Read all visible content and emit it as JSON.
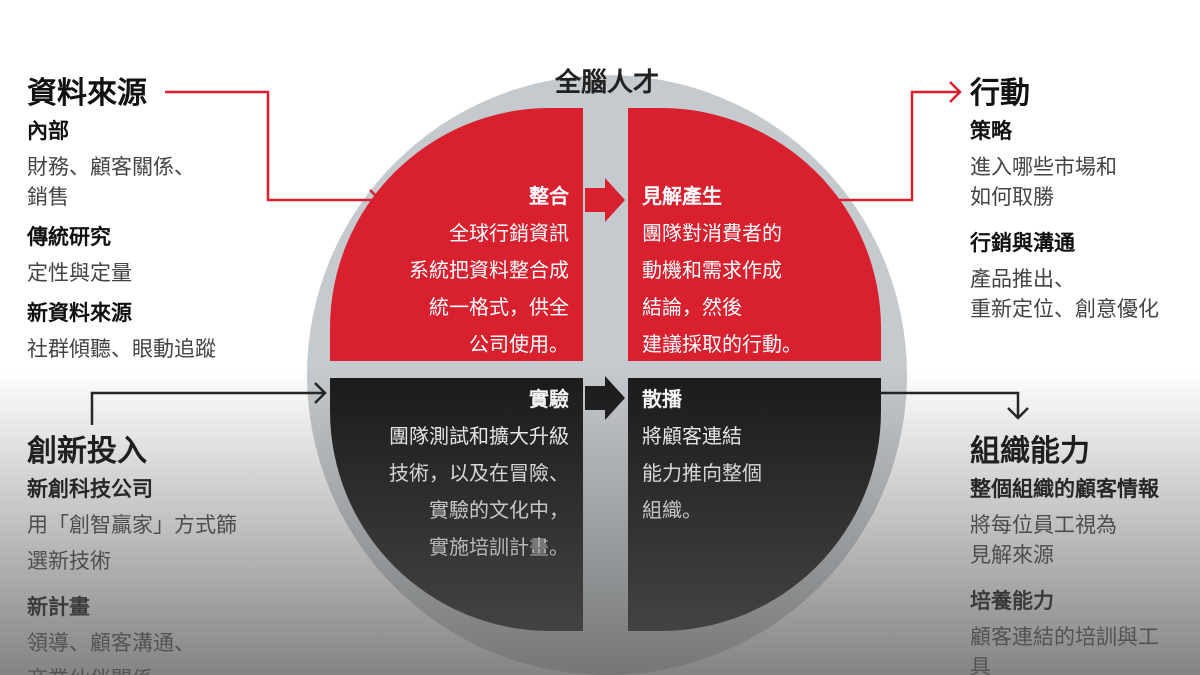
{
  "center_title": "全腦人才",
  "quadrants": {
    "tl": {
      "title": "整合",
      "lines": [
        "全球行銷資訊",
        "系統把資料整合成",
        "統一格式，供全",
        "公司使用。"
      ]
    },
    "tr": {
      "title": "見解產生",
      "lines": [
        "團隊對消費者的",
        "動機和需求作成",
        "結論，然後",
        "建議採取的行動。"
      ]
    },
    "bl": {
      "title": "實驗",
      "lines": [
        "團隊測試和擴大升級",
        "技術，以及在冒險、",
        "實驗的文化中，",
        "實施培訓計畫。"
      ]
    },
    "br": {
      "title": "散播",
      "lines": [
        "將顧客連結",
        "能力推向整個",
        "組織。"
      ]
    }
  },
  "left_top": {
    "title": "資料來源",
    "groups": [
      {
        "sub": "內部",
        "lines": [
          "財務、顧客關係、",
          "銷售"
        ]
      },
      {
        "sub": "傳統研究",
        "lines": [
          "定性與定量"
        ]
      },
      {
        "sub": "新資料來源",
        "lines": [
          "社群傾聽、眼動追蹤"
        ]
      }
    ]
  },
  "left_bottom": {
    "title": "創新投入",
    "groups": [
      {
        "sub": "新創科技公司",
        "lines": [
          "用「創智贏家」方式篩",
          "選新技術"
        ]
      },
      {
        "sub": "新計畫",
        "lines": [
          "領導、顧客溝通、",
          "商業伙伴關係、"
        ]
      }
    ]
  },
  "right_top": {
    "title": "行動",
    "groups": [
      {
        "sub": "策略",
        "lines": [
          "進入哪些市場和",
          "如何取勝"
        ]
      },
      {
        "sub": "行銷與溝通",
        "lines": [
          "產品推出、",
          "重新定位、創意優化"
        ]
      }
    ]
  },
  "right_bottom": {
    "title": "組織能力",
    "groups": [
      {
        "sub": "整個組織的顧客情報",
        "lines": [
          "將每位員工視為",
          "見解來源"
        ]
      },
      {
        "sub": "培養能力",
        "lines": [
          "顧客連結的培訓與工",
          "具"
        ]
      }
    ]
  },
  "colors": {
    "red": "#d8202f",
    "black": "#1b1a1a",
    "circle": "#c5cace"
  }
}
